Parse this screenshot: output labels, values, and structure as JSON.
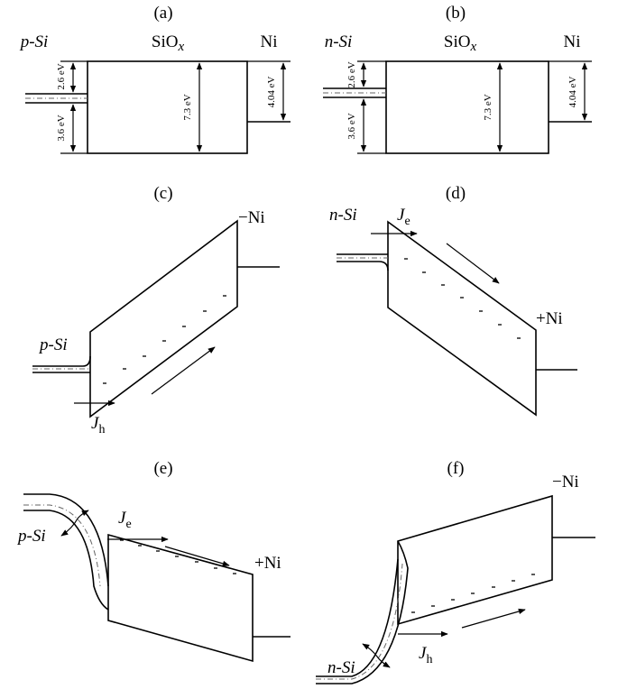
{
  "panels": {
    "a": {
      "tag": "(a)",
      "semiconductor": "p-Si",
      "oxide": "SiO",
      "oxide_sub": "x",
      "metal": "Ni",
      "gap_upper": "2.6 eV",
      "gap_lower": "3.6 eV",
      "oxide_gap": "7.3 eV",
      "metal_offset": "4.04 eV"
    },
    "b": {
      "tag": "(b)",
      "semiconductor": "n-Si",
      "oxide": "SiO",
      "oxide_sub": "x",
      "metal": "Ni",
      "gap_upper": "2.6 eV",
      "gap_lower": "3.6 eV",
      "oxide_gap": "7.3 eV",
      "metal_offset": "4.04 eV"
    },
    "c": {
      "tag": "(c)",
      "semiconductor": "p-Si",
      "metal": "−Ni",
      "current": "J",
      "current_sub": "h"
    },
    "d": {
      "tag": "(d)",
      "semiconductor": "n-Si",
      "metal": "+Ni",
      "current": "J",
      "current_sub": "e"
    },
    "e": {
      "tag": "(e)",
      "semiconductor": "p-Si",
      "metal": "+Ni",
      "current": "J",
      "current_sub": "e"
    },
    "f": {
      "tag": "(f)",
      "semiconductor": "n-Si",
      "metal": "−Ni",
      "current": "J",
      "current_sub": "h"
    }
  },
  "colors": {
    "line": "#000000",
    "fermi_dash": "#666666",
    "background": "#ffffff"
  }
}
